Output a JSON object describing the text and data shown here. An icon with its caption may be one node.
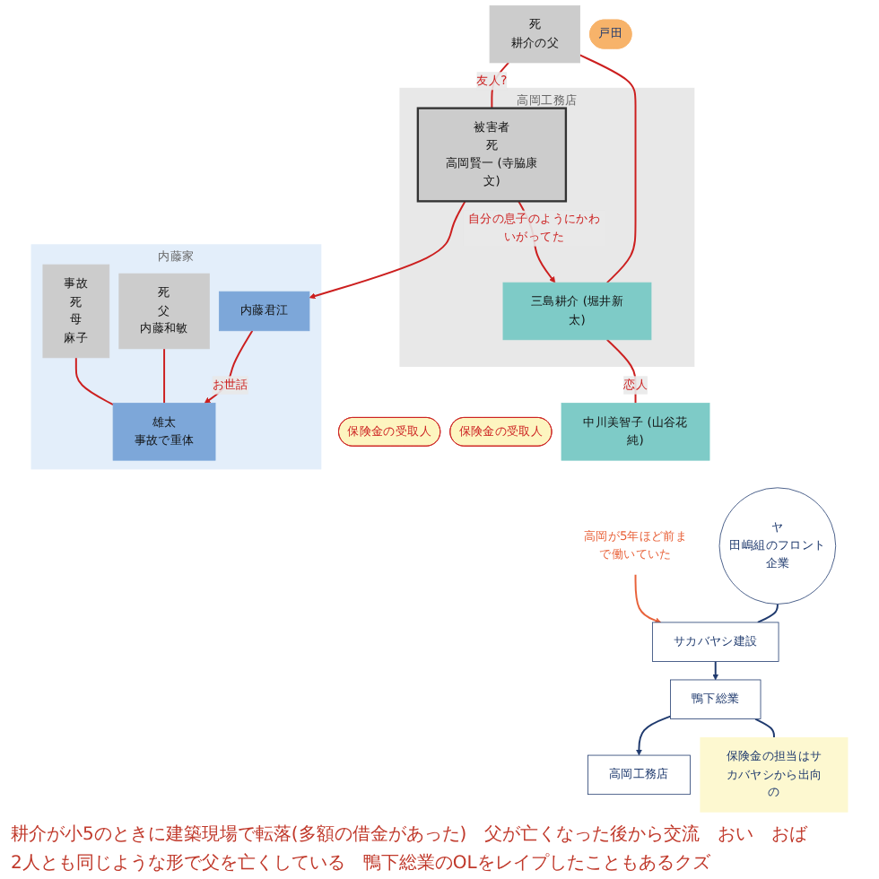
{
  "diagram": {
    "nodes": [
      {
        "text": [
          "高岡工務店"
        ]
      },
      {
        "text": [
          "内藤家"
        ]
      },
      {
        "text": [
          "死",
          "耕介の父"
        ]
      },
      {
        "text": [
          "被害者",
          "死",
          "高岡賢一 (寺脇康文)"
        ],
        "in": 0
      },
      {
        "text": [
          "三島耕介 (堀井新太)"
        ],
        "in": 0
      },
      {
        "text": [
          "中川美智子 (山谷花純)"
        ]
      },
      {
        "text": [
          "死",
          "父",
          "内藤和敏"
        ],
        "in": 1
      },
      {
        "text": [
          "事故",
          "死",
          "母",
          "麻子"
        ],
        "in": 1
      },
      {
        "text": [
          "雄太",
          "事故で重体"
        ],
        "in": 1
      },
      {
        "text": [
          "内藤君江"
        ],
        "in": 1
      },
      {
        "text": [
          "保険金の受取人"
        ]
      },
      {
        "text": [
          "保険金の受取人"
        ]
      },
      {
        "text": [
          "ヤ",
          "田嶋組のフロント企業"
        ]
      },
      {
        "text": [
          "サカバヤシ建設"
        ]
      },
      {
        "text": [
          "鴨下総業"
        ]
      },
      {
        "text": [
          "高岡工務店"
        ]
      },
      {
        "text": [
          "保険金の担当はサカバヤシから出向の"
        ]
      },
      {
        "text": [
          "戸田"
        ]
      },
      {
        "text": [
          "高岡が5年ほど前まで働いていた"
        ]
      }
    ],
    "edges": [
      {
        "from": 2,
        "to": 4,
        "arrow": "none"
      },
      {
        "from": 2,
        "to": 3,
        "arrow": "none",
        "label": "友人?"
      },
      {
        "from": 3,
        "to": 4,
        "arrow": "to",
        "label": "自分の息子のようにかわいがってた"
      },
      {
        "from": 3,
        "to": 9,
        "arrow": "to"
      },
      {
        "from": 9,
        "to": 8,
        "arrow": "to",
        "label": "お世話"
      },
      {
        "from": 6,
        "to": 8,
        "arrow": "none"
      },
      {
        "from": 7,
        "to": 8,
        "arrow": "none"
      },
      {
        "from": 4,
        "to": 5,
        "arrow": "none",
        "label": "恋人"
      },
      {
        "from": 12,
        "to": 13,
        "arrow": "none",
        "color": "#1f3a6e"
      },
      {
        "from": 13,
        "to": 14,
        "arrow": "to",
        "color": "#1f3a6e"
      },
      {
        "from": 14,
        "to": 15,
        "arrow": "to",
        "color": "#1f3a6e"
      },
      {
        "from": 14,
        "to": 16,
        "arrow": "none",
        "color": "#1f3a6e"
      },
      {
        "from": 18,
        "to": 13,
        "arrow": "to",
        "color": "#e8623a"
      }
    ],
    "labels": [
      "耕介が小5のときに建築現場で転落(多額の借金があった)",
      "父が亡くなった後から交流",
      "おい",
      "おば",
      "2人とも同じような形で父を亡くしている",
      "鴨下総業のOLをレイプしたこともあるクズ"
    ]
  }
}
